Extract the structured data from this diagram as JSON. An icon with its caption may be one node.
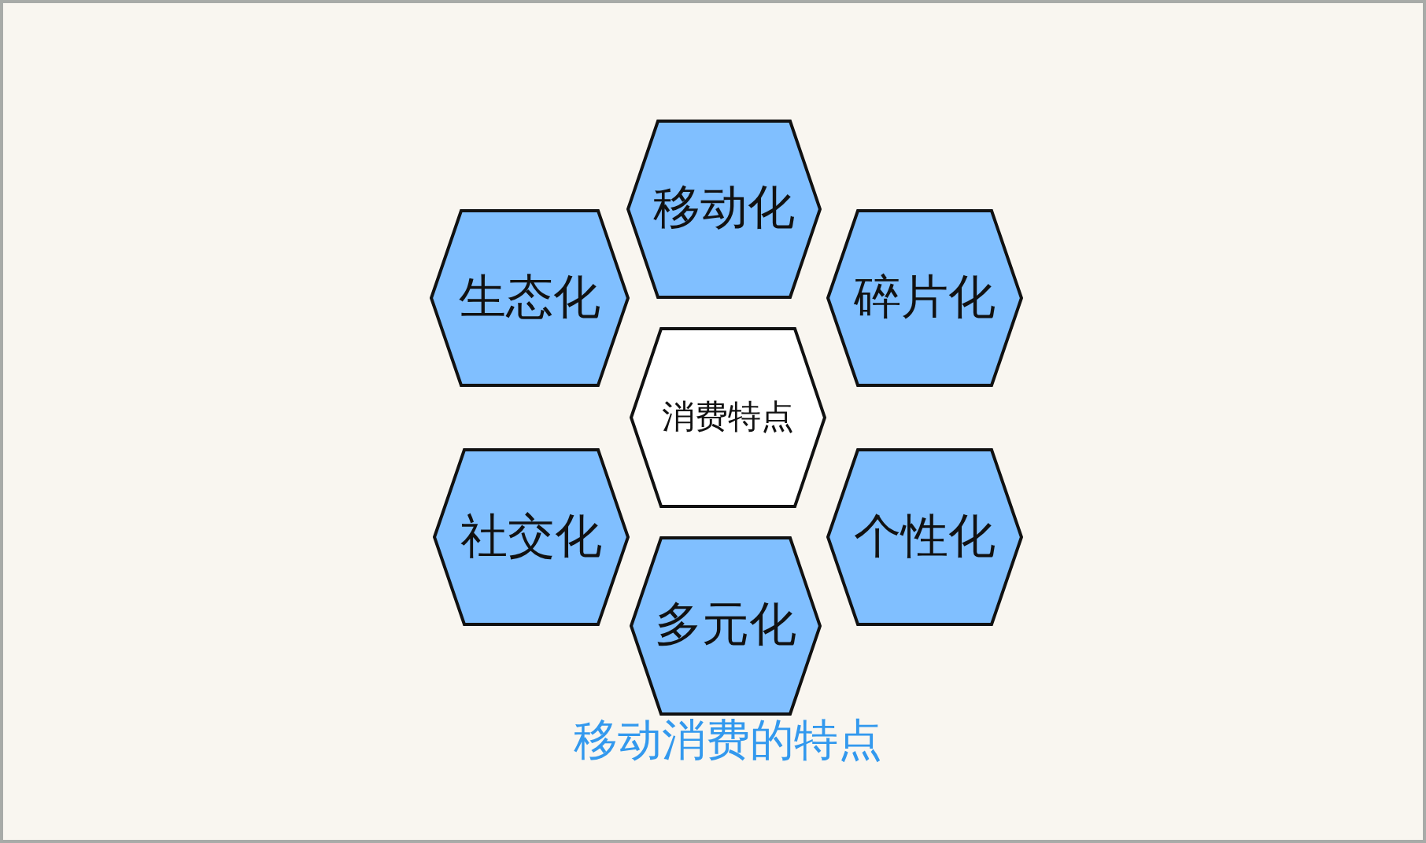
{
  "diagram": {
    "caption": "移动消费的特点",
    "nodes": [
      {
        "text": [
          "移动化"
        ]
      },
      {
        "text": [
          "生态化"
        ]
      },
      {
        "text": [
          "碎片化"
        ]
      },
      {
        "text": [
          "消费特点"
        ]
      },
      {
        "text": [
          "社交化"
        ]
      },
      {
        "text": [
          "个性化"
        ]
      },
      {
        "text": [
          "多元化"
        ]
      }
    ]
  }
}
